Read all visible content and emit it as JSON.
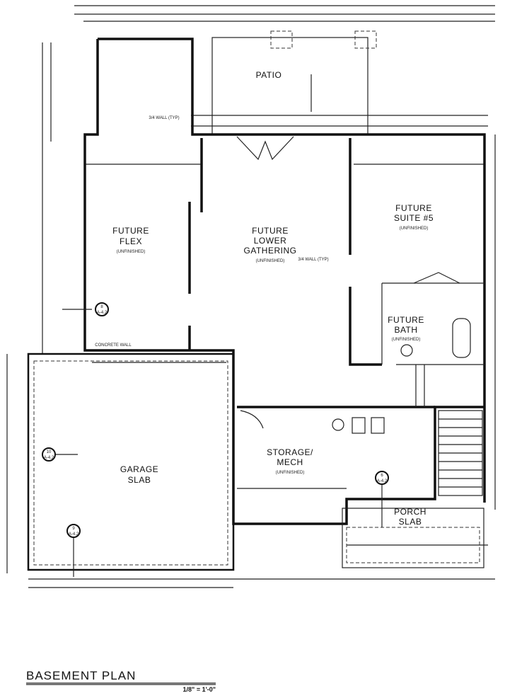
{
  "title": "BASEMENT PLAN",
  "scale": "1/8\" = 1'-0\"",
  "rooms": {
    "patio": {
      "name": "PATIO"
    },
    "flex": {
      "name_1": "FUTURE",
      "name_2": "FLEX",
      "status": "(UNFINISHED)"
    },
    "gathering": {
      "name_1": "FUTURE",
      "name_2": "LOWER",
      "name_3": "GATHERING",
      "status": "(UNFINISHED)"
    },
    "suite": {
      "name_1": "FUTURE",
      "name_2": "SUITE #5",
      "status": "(UNFINISHED)"
    },
    "bath": {
      "name_1": "FUTURE",
      "name_2": "BATH",
      "status": "(UNFINISHED)"
    },
    "storage": {
      "name_1": "STORAGE/",
      "name_2": "MECH",
      "status": "(UNFINISHED)"
    },
    "garage": {
      "name_1": "GARAGE",
      "name_2": "SLAB"
    },
    "porch": {
      "name_1": "PORCH",
      "name_2": "SLAB"
    }
  },
  "notes": {
    "concrete_wall": "CONCRETE WALL",
    "wall_typ": "3/4 WALL (TYP)",
    "wall_typ_2": "3/4 WALL (TYP)"
  },
  "section_markers": [
    {
      "num": "8",
      "sheet": "A-4.2"
    },
    {
      "num": "10",
      "sheet": "A-4.2"
    },
    {
      "num": "9",
      "sheet": "A-4.2"
    },
    {
      "num": "6",
      "sheet": "A-4.2"
    }
  ]
}
